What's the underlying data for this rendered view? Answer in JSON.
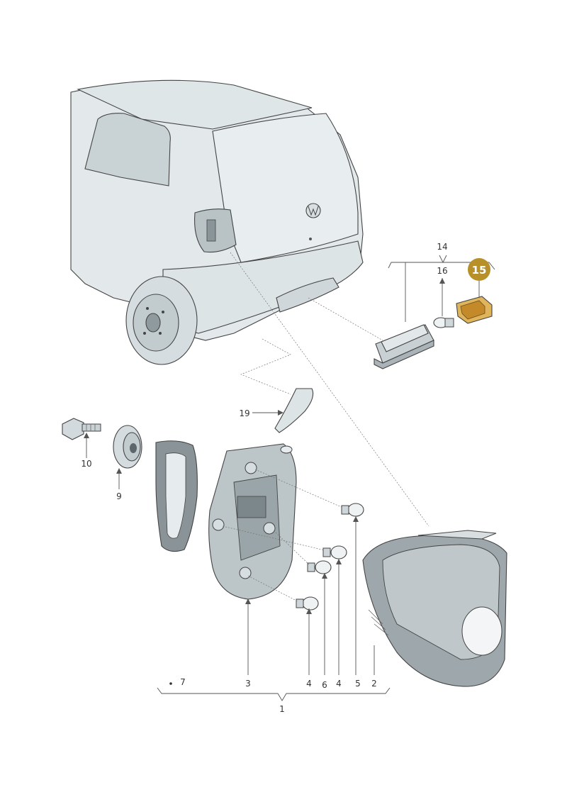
{
  "diagram": {
    "highlighted_callout": "15",
    "highlight_color": "#B8902A",
    "part_fill": "#e6ecee",
    "part_stroke": "#444444"
  },
  "callouts": {
    "c1": "1",
    "c2": "2",
    "c3": "3",
    "c4a": "4",
    "c4b": "4",
    "c5": "5",
    "c6": "6",
    "c7": "7",
    "c9": "9",
    "c10": "10",
    "c14": "14",
    "c15": "15",
    "c16": "16",
    "c19": "19"
  }
}
